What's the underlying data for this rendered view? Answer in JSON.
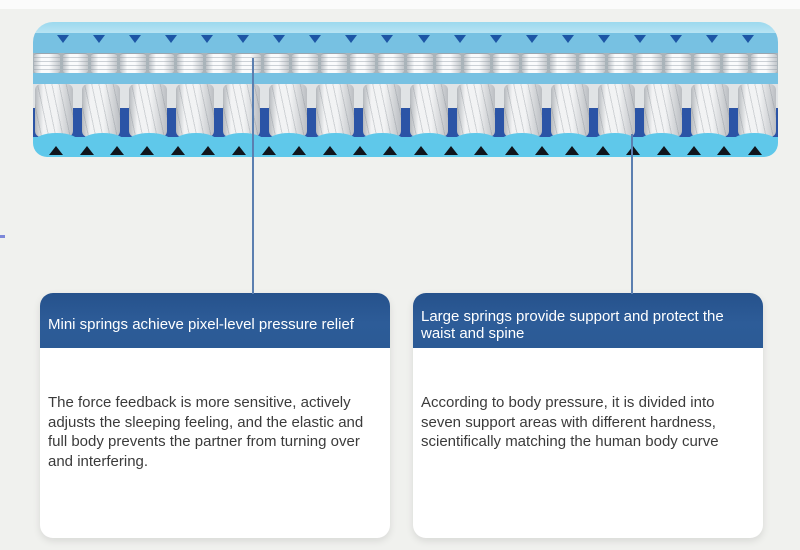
{
  "page": {
    "background": "#f0f1ee",
    "top_band_color": "#fbfbfb"
  },
  "illustration": {
    "name": "mattress-cross-section",
    "colors": {
      "page_bg": "#f0f1ee",
      "top_band": "#fbfbfb",
      "top_strip": "#9cd9ee",
      "band": "#77c1e2",
      "dark_triangle": "#1d55a5",
      "mini_gap": "#aab4ba",
      "slot_blue": "#2b54a6",
      "bottom_band": "#5fc8ea",
      "bottom_triangle": "#10151c",
      "leader_line": "#5b7fb0",
      "header_blue": "#2d5c98"
    },
    "counts": {
      "top_triangles": 20,
      "mini_springs": 26,
      "large_springs": 16,
      "wave_bumps": 16,
      "bottom_triangles": 24
    }
  },
  "callouts": [
    {
      "title": "Mini springs achieve pixel-level pressure relief",
      "body": "The force feedback is more sensitive, actively adjusts the sleeping feeling, and the elastic and full body prevents the partner from turning over and interfering."
    },
    {
      "title": "Large springs provide support and protect the waist and spine",
      "body": "According to body pressure, it is divided into seven support areas with different hardness, scientifically matching the human body curve"
    }
  ]
}
